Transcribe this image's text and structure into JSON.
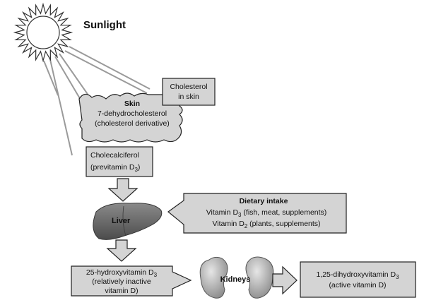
{
  "sun": {
    "label": "Sunlight"
  },
  "skin": {
    "title": "Skin",
    "line1": "7-dehydrocholesterol",
    "line2": "(cholesterol derivative)"
  },
  "cholesterol_box": {
    "line1": "Cholesterol",
    "line2": "in skin"
  },
  "cholecalciferol": {
    "line1": "Cholecalciferol",
    "line2_prefix": "(previtamin D",
    "line2_sub": "3",
    "line2_suffix": ")"
  },
  "dietary": {
    "title": "Dietary intake",
    "line1_prefix": "Vitamin D",
    "line1_sub": "3",
    "line1_suffix": " (fish, meat, supplements)",
    "line2_prefix": "Vitamin D",
    "line2_sub": "2",
    "line2_suffix": " (plants, supplements)"
  },
  "liver": {
    "label": "Liver"
  },
  "hydroxy": {
    "line1_prefix": "25-hydroxyvitamin D",
    "line1_sub": "3",
    "line2": "(relatively inactive",
    "line3": "vitamin D)"
  },
  "kidneys": {
    "label": "Kidneys"
  },
  "dihydroxy": {
    "line1_prefix": "1,25-dihydroxyvitamin D",
    "line1_sub": "3",
    "line2": "(active vitamin D)"
  },
  "colors": {
    "box_fill": "#d4d4d4",
    "box_stroke": "#222222",
    "liver_fill": "#6e6e6e",
    "kidney_fill": "#b4b4b4",
    "sun_fill": "#ffffff"
  }
}
